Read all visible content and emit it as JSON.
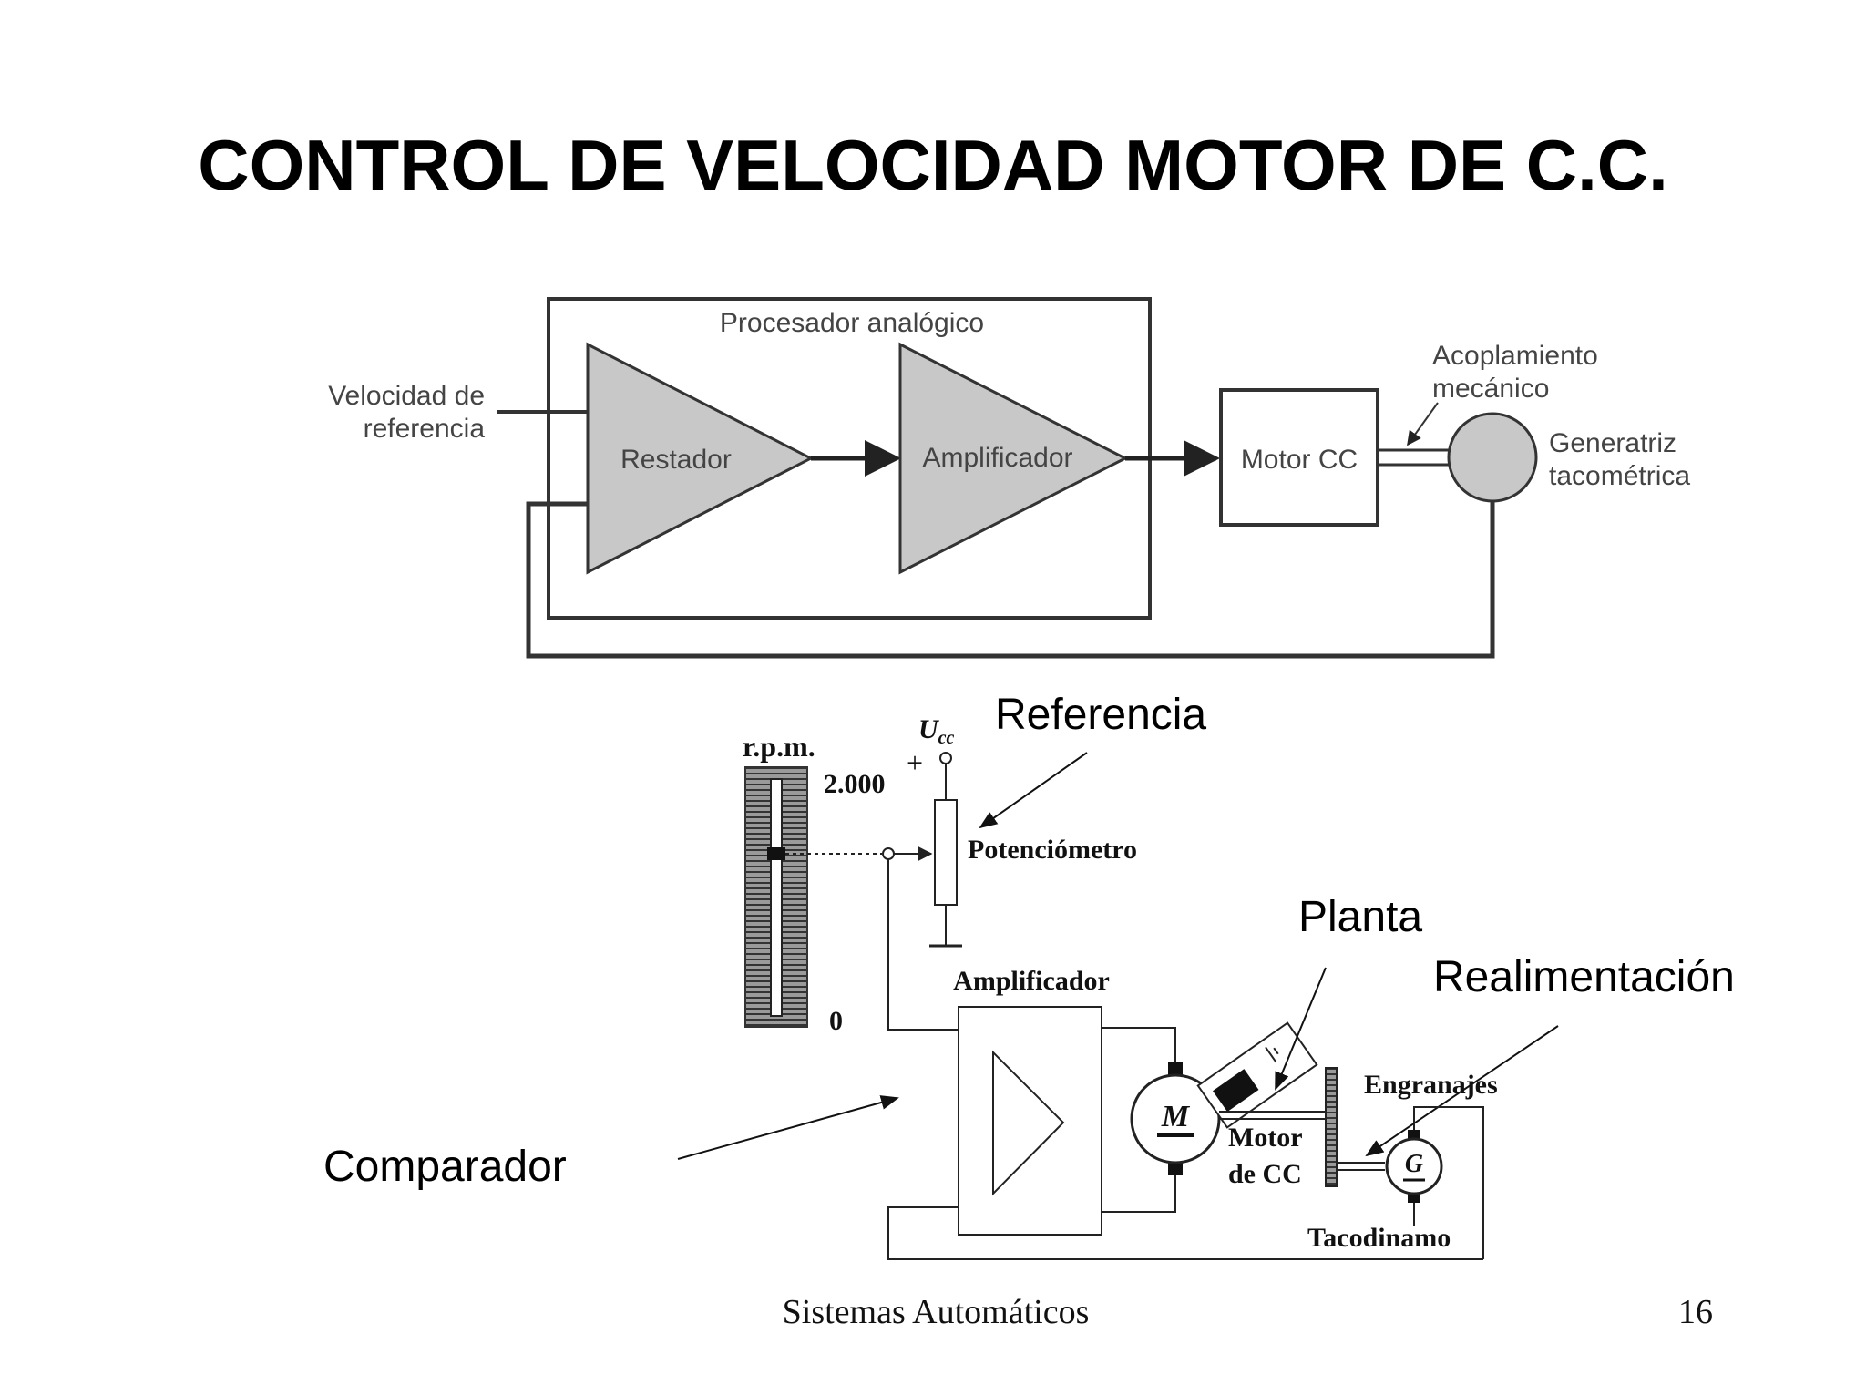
{
  "slide": {
    "title": "CONTROL DE VELOCIDAD MOTOR DE C.C.",
    "footer_text": "Sistemas Automáticos",
    "page_number": "16"
  },
  "block_diagram": {
    "processor_label": "Procesador analógico",
    "input_label_line1": "Velocidad de",
    "input_label_line2": "referencia",
    "subtractor_label": "Restador",
    "amplifier_label": "Amplificador",
    "motor_label": "Motor CC",
    "coupling_label_line1": "Acoplamiento",
    "coupling_label_line2": "mecánico",
    "tacho_label_line1": "Generatriz",
    "tacho_label_line2": "tacométrica"
  },
  "circuit": {
    "rpm_label": "r.p.m.",
    "scale_max": "2.000",
    "scale_min": "0",
    "supply_label": "U",
    "supply_sub": "cc",
    "plus_sign": "+",
    "potentiometer_label": "Potenciómetro",
    "amplifier_label": "Amplificador",
    "motor_symbol": "M",
    "motor_label_line1": "Motor",
    "motor_label_line2": "de CC",
    "gears_label": "Engranajes",
    "generator_symbol": "G",
    "tacho_label": "Tacodinamo"
  },
  "annotations": {
    "reference": "Referencia",
    "plant": "Planta",
    "feedback": "Realimentación",
    "comparator": "Comparador"
  }
}
